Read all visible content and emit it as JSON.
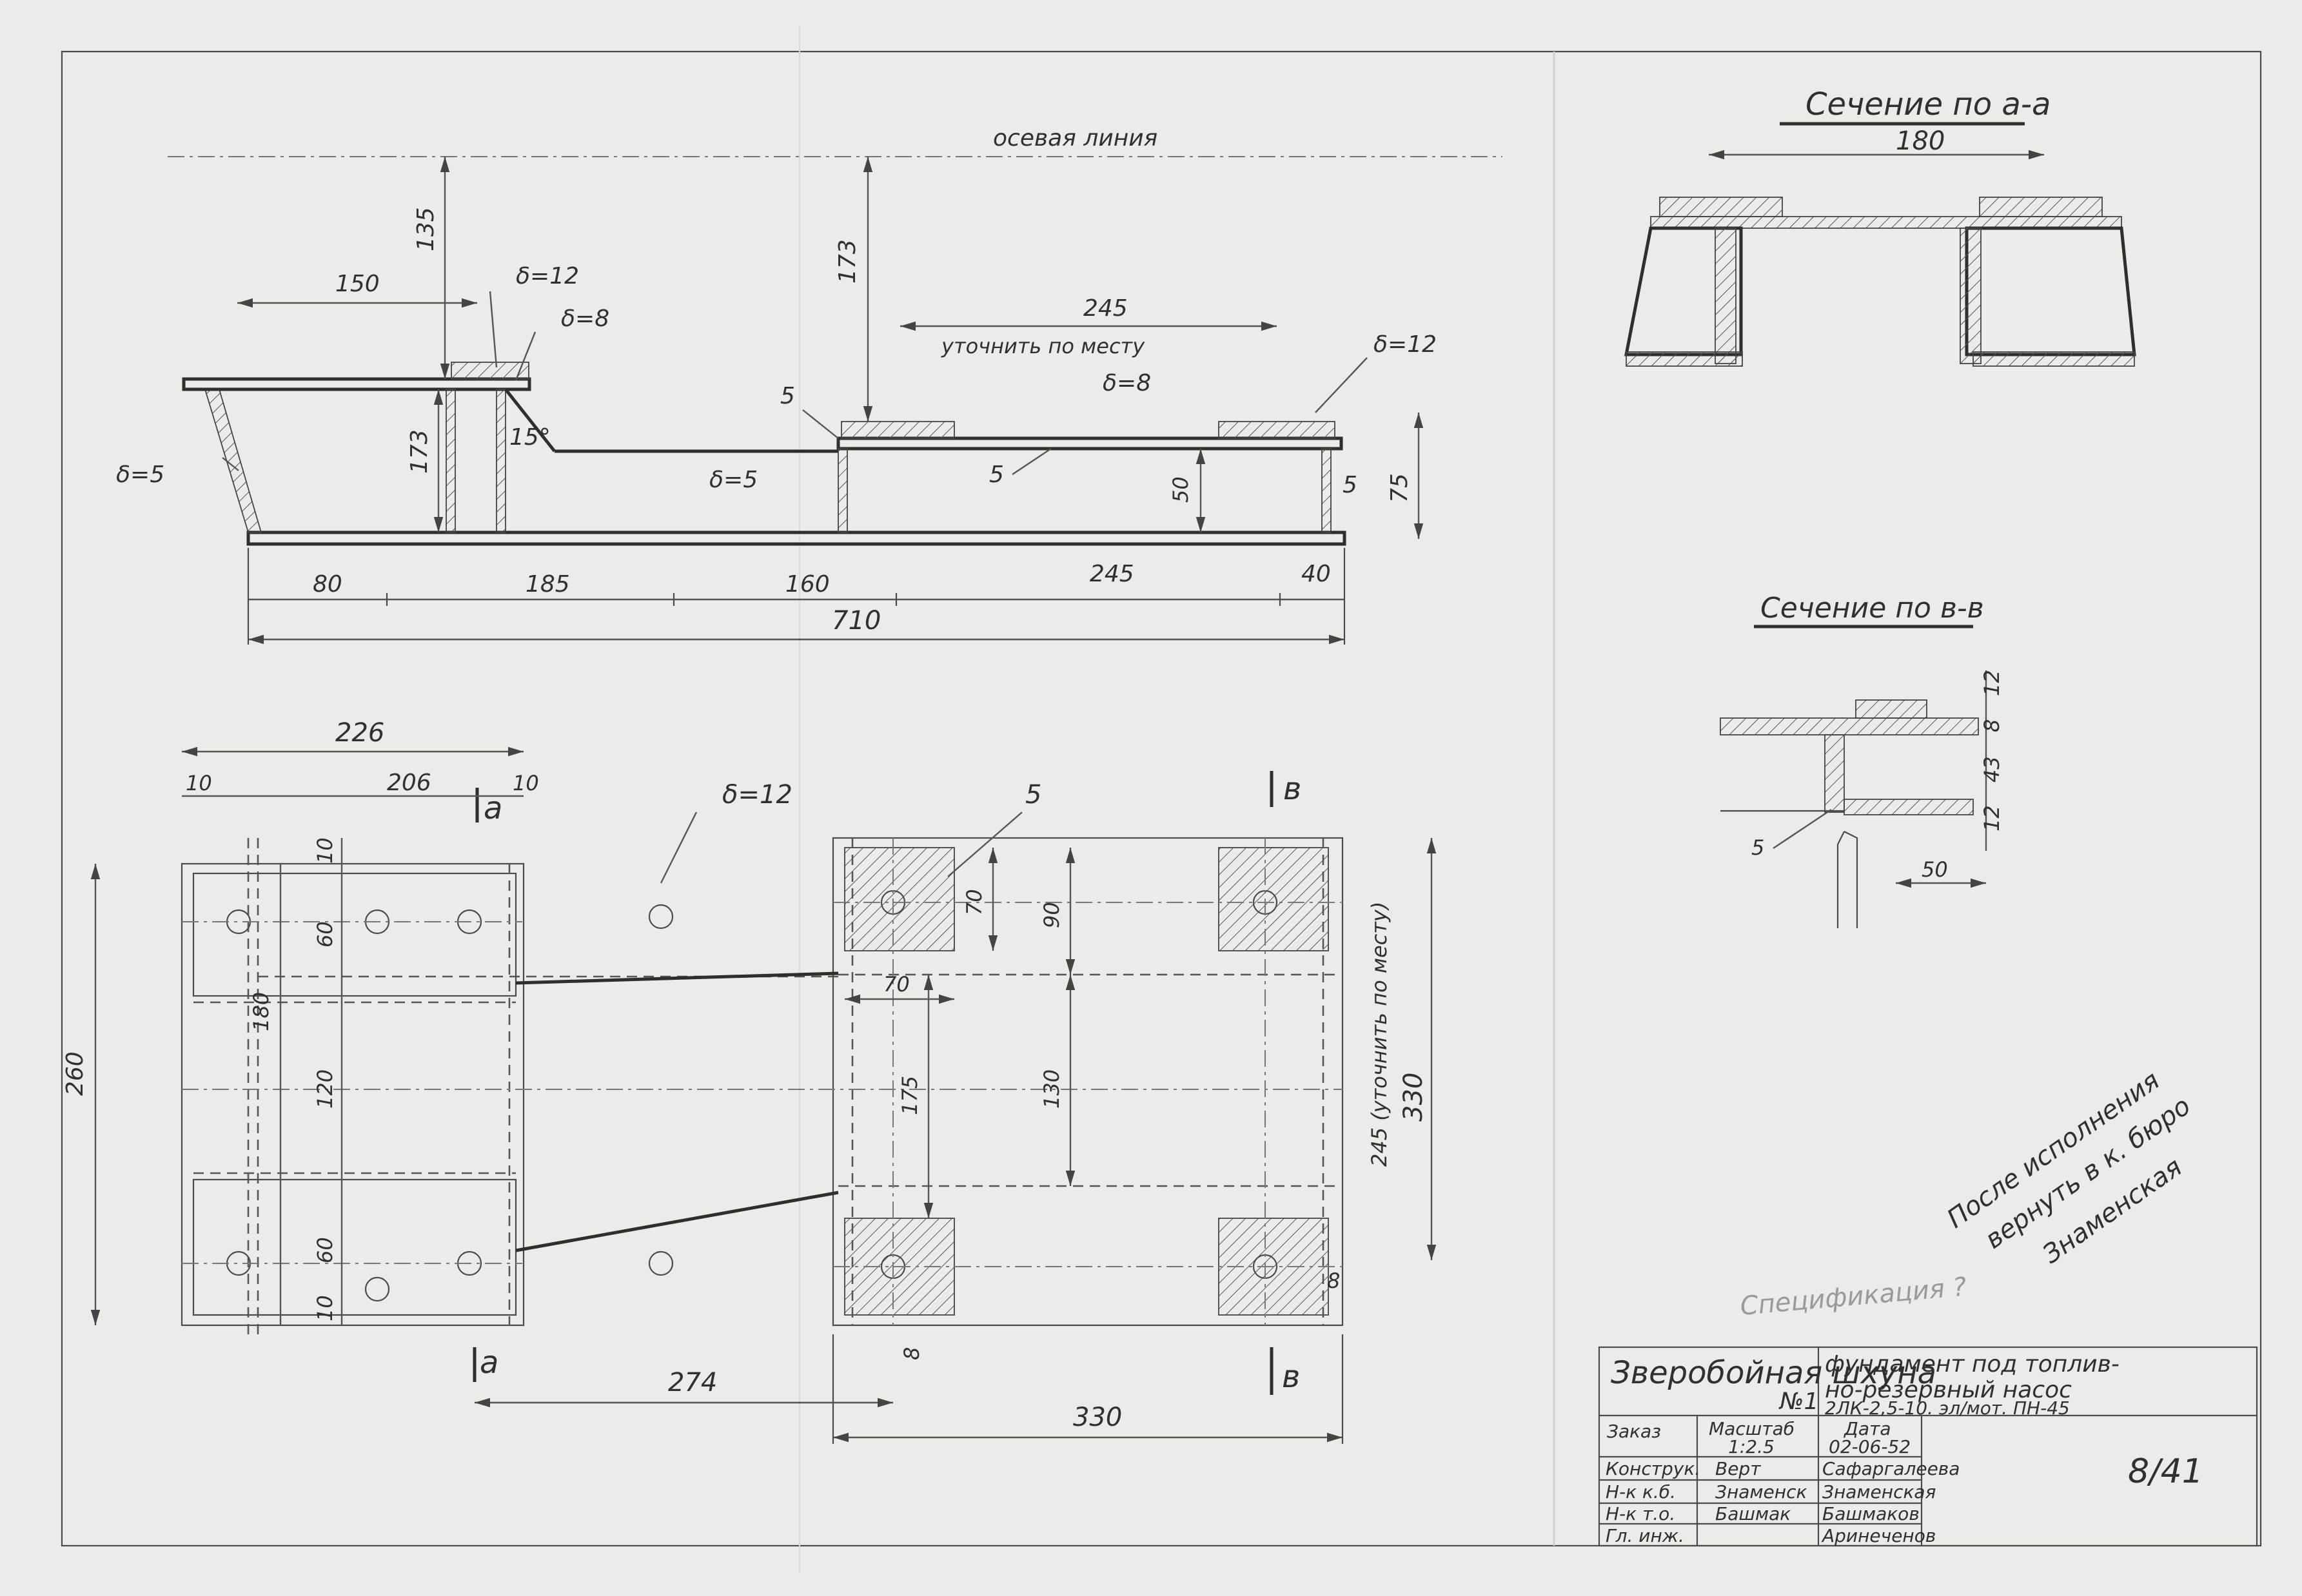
{
  "labels": {
    "axis_line": "осевая линия",
    "section_aa_title": "Сечение по а-а",
    "section_bb_title": "Сечение по в-в",
    "section_a": "а",
    "section_b": "в",
    "clarify_on_site": "уточнить по месту",
    "clarify_245_vertical": "245 (уточнить по месту)",
    "angle_15": "15°",
    "pencil_note": "Спецификация ?",
    "handwritten_note_1": "После исполнения",
    "handwritten_note_2": "вернуть в к. бюро",
    "handwritten_note_3": "Знаменская",
    "sheet_number": "8/41"
  },
  "thickness_labels": [
    "δ=12",
    "δ=8",
    "δ=5",
    "δ=5",
    "δ=8",
    "δ=12",
    "δ=12"
  ],
  "dimensions": {
    "side_view": [
      "135",
      "150",
      "173",
      "173",
      "245",
      "5",
      "5",
      "5",
      "50",
      "75",
      "80",
      "185",
      "160",
      "245",
      "40",
      "710"
    ],
    "plan_view": [
      "226",
      "10",
      "206",
      "10",
      "10",
      "60",
      "180",
      "120",
      "60",
      "10",
      "260",
      "70",
      "70",
      "90",
      "175",
      "130",
      "330",
      "8",
      "8",
      "274",
      "330",
      "5"
    ],
    "section_aa": [
      "180"
    ],
    "section_bb": [
      "12",
      "8",
      "43",
      "12",
      "50",
      "5"
    ]
  },
  "title_block": {
    "vessel": "Зверобойная шхуна",
    "vessel_no": "№1",
    "part_name_1": "фундамент под топлив-",
    "part_name_2": "но-резервный насос",
    "part_spec": "2ЛК-2,5-10. эл/мот. ПН-45",
    "order_label": "Заказ",
    "scale_label": "Масштаб",
    "scale_value": "1:2.5",
    "date_label": "Дата",
    "date_value": "02-06-52",
    "roles": [
      "Конструк.",
      "Н-к к.б.",
      "Н-к т.о.",
      "Гл. инж."
    ],
    "signatures": [
      "Верт",
      "Знаменск",
      "Башмак",
      ""
    ],
    "names": [
      "Сафаргалеева",
      "Знаменская",
      "Башмаков",
      "Аринеченов"
    ]
  },
  "colors": {
    "paper": "#ecebe8",
    "ink": "#2e2e2e"
  }
}
